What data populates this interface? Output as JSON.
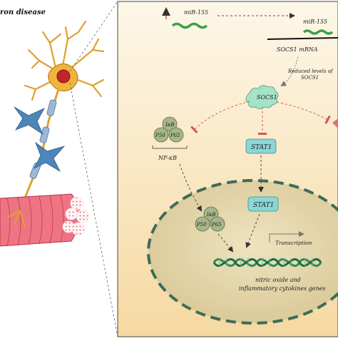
{
  "left_panel": {
    "title": "ron disease"
  },
  "right_panel": {
    "mir155_up_label": "miR-155",
    "mir155_label": "miR-155",
    "socs1_mrna_label": "SOCS1 mRNA",
    "reduced_levels_label": "Reduced levels of SOCS1",
    "socs1_node": "SOCS1",
    "stat1_cyto": "STAT1",
    "stat1_nucleus": "STAT1",
    "nfkb_label": "NF-κB",
    "ikb": "IκB",
    "p50": "P50",
    "p65": "P65",
    "transcription_label": "Transcription",
    "genes_label_line1": "nitric oxide and",
    "genes_label_line2": "inflammatory cytokines genes"
  },
  "colors": {
    "panel_top": "#fdf6e4",
    "panel_bottom": "#f7dca7",
    "mirna_green": "#3aa04a",
    "socs1_fill": "#a6e2c8",
    "stat_fill": "#8bd6d6",
    "nfkb_fill": "#a6b68a",
    "nucleus_fill": "#e3d5ac",
    "nucleus_border": "#3e6b58",
    "inhibit_red": "#d9534f",
    "dna_green": "#2d8a5a"
  }
}
